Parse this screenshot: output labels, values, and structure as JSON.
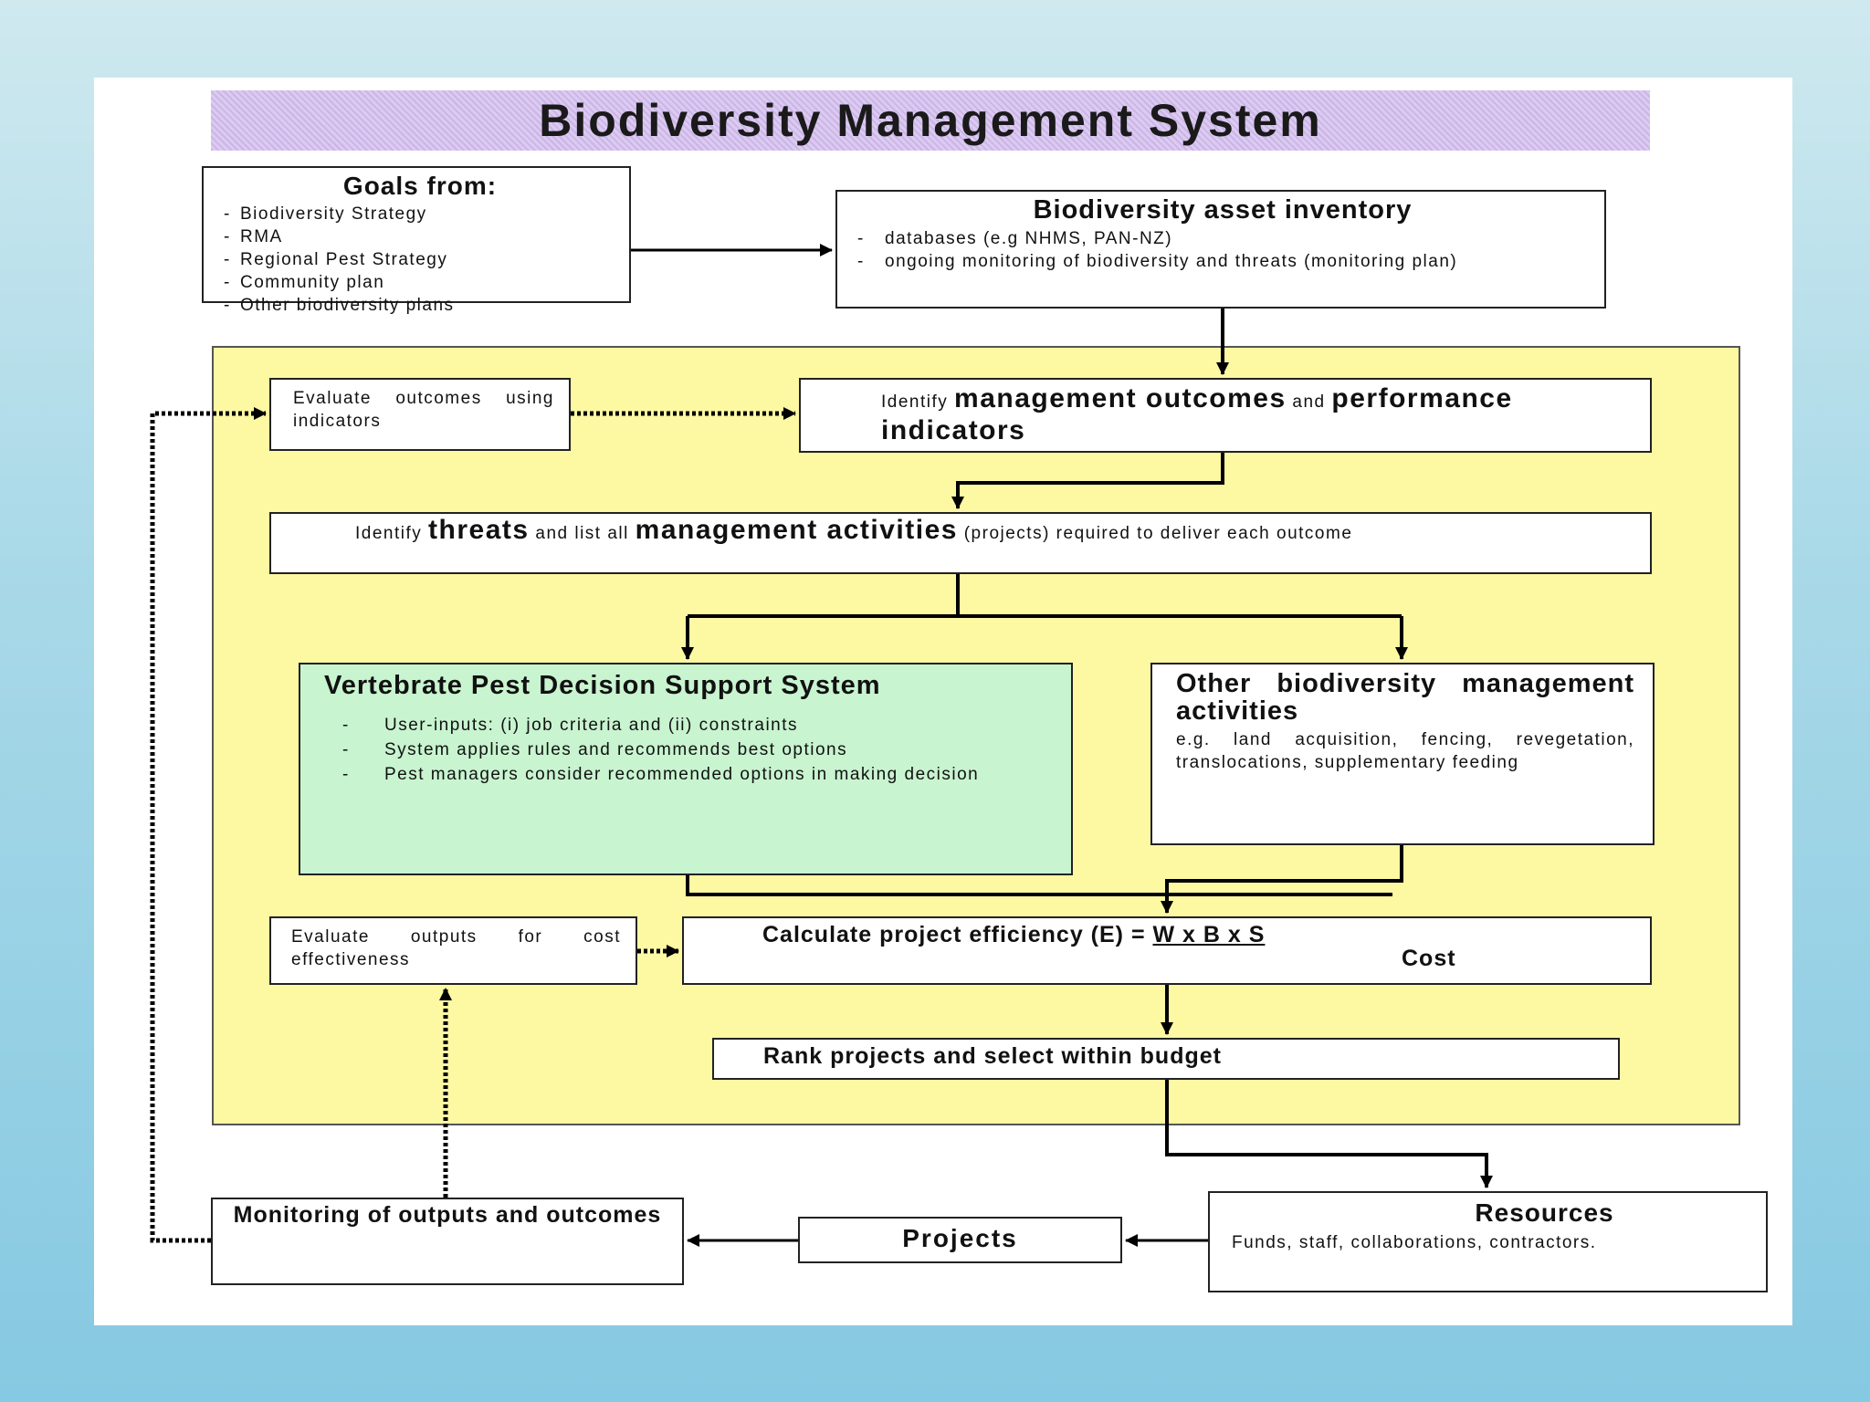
{
  "title": "Biodiversity Management System",
  "goals": {
    "heading": "Goals from:",
    "items": [
      "Biodiversity Strategy",
      "RMA",
      "Regional Pest Strategy",
      "Community plan",
      "Other biodiversity plans"
    ]
  },
  "inventory": {
    "heading": "Biodiversity asset inventory",
    "items": [
      "databases (e.g NHMS, PAN-NZ)",
      "ongoing monitoring of biodiversity and threats (monitoring plan)"
    ]
  },
  "evaluate_outcomes": {
    "text": "Evaluate outcomes using indicators"
  },
  "identify_outcomes": {
    "prefix": "Identify ",
    "bold1": "management outcomes",
    "mid": " and ",
    "bold2": "performance indicators"
  },
  "identify_threats": {
    "prefix": "Identify ",
    "bold1": "threats",
    "mid": " and list all ",
    "bold2": "management activities",
    "suffix": " (projects) required to deliver each outcome"
  },
  "vertebrate": {
    "heading": "Vertebrate Pest Decision Support System",
    "items": [
      "User-inputs: (i) job criteria and (ii) constraints",
      "System applies rules and recommends best options",
      "Pest managers consider recommended options in making decision"
    ]
  },
  "other_activities": {
    "heading": "Other biodiversity management activities",
    "text": "e.g. land acquisition, fencing, revegetation, translocations, supplementary feeding"
  },
  "evaluate_outputs": {
    "text": "Evaluate outputs for cost effectiveness"
  },
  "calculate": {
    "label": "Calculate project efficiency (E) = ",
    "numerator": "W x B x S",
    "denominator": "Cost"
  },
  "rank": {
    "text": "Rank projects and select within budget"
  },
  "monitoring": {
    "text": "Monitoring of outputs and outcomes"
  },
  "projects": {
    "text": "Projects"
  },
  "resources": {
    "heading": "Resources",
    "text": "Funds, staff, collaborations, contractors."
  }
}
